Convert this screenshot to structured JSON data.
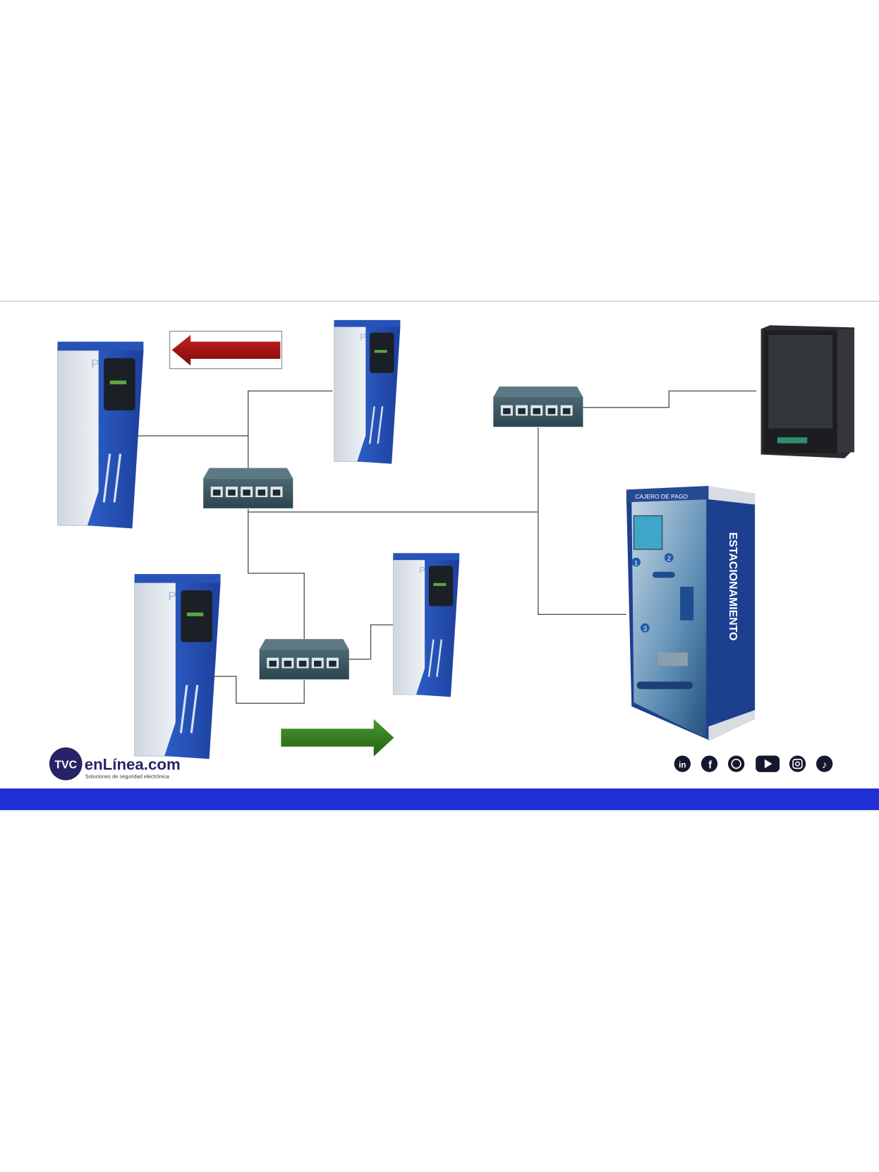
{
  "diagram": {
    "kiosk": {
      "header": "CAJERO DE PAGO",
      "side_label": "ESTACIONAMIENTO",
      "steps": [
        "1",
        "2",
        "3"
      ]
    },
    "arrows": {
      "exit_color": "#9b1111",
      "entry_color": "#2f7a1f"
    }
  },
  "footer": {
    "logo_badge": "TVC",
    "logo_text": "enLínea.com",
    "logo_tagline": "Soluciones de seguridad electrónica",
    "social_icons": [
      "linkedin-icon",
      "facebook-icon",
      "whatsapp-icon",
      "youtube-icon",
      "instagram-icon",
      "tiktok-icon"
    ],
    "bar_color": "#1f2fd6"
  }
}
